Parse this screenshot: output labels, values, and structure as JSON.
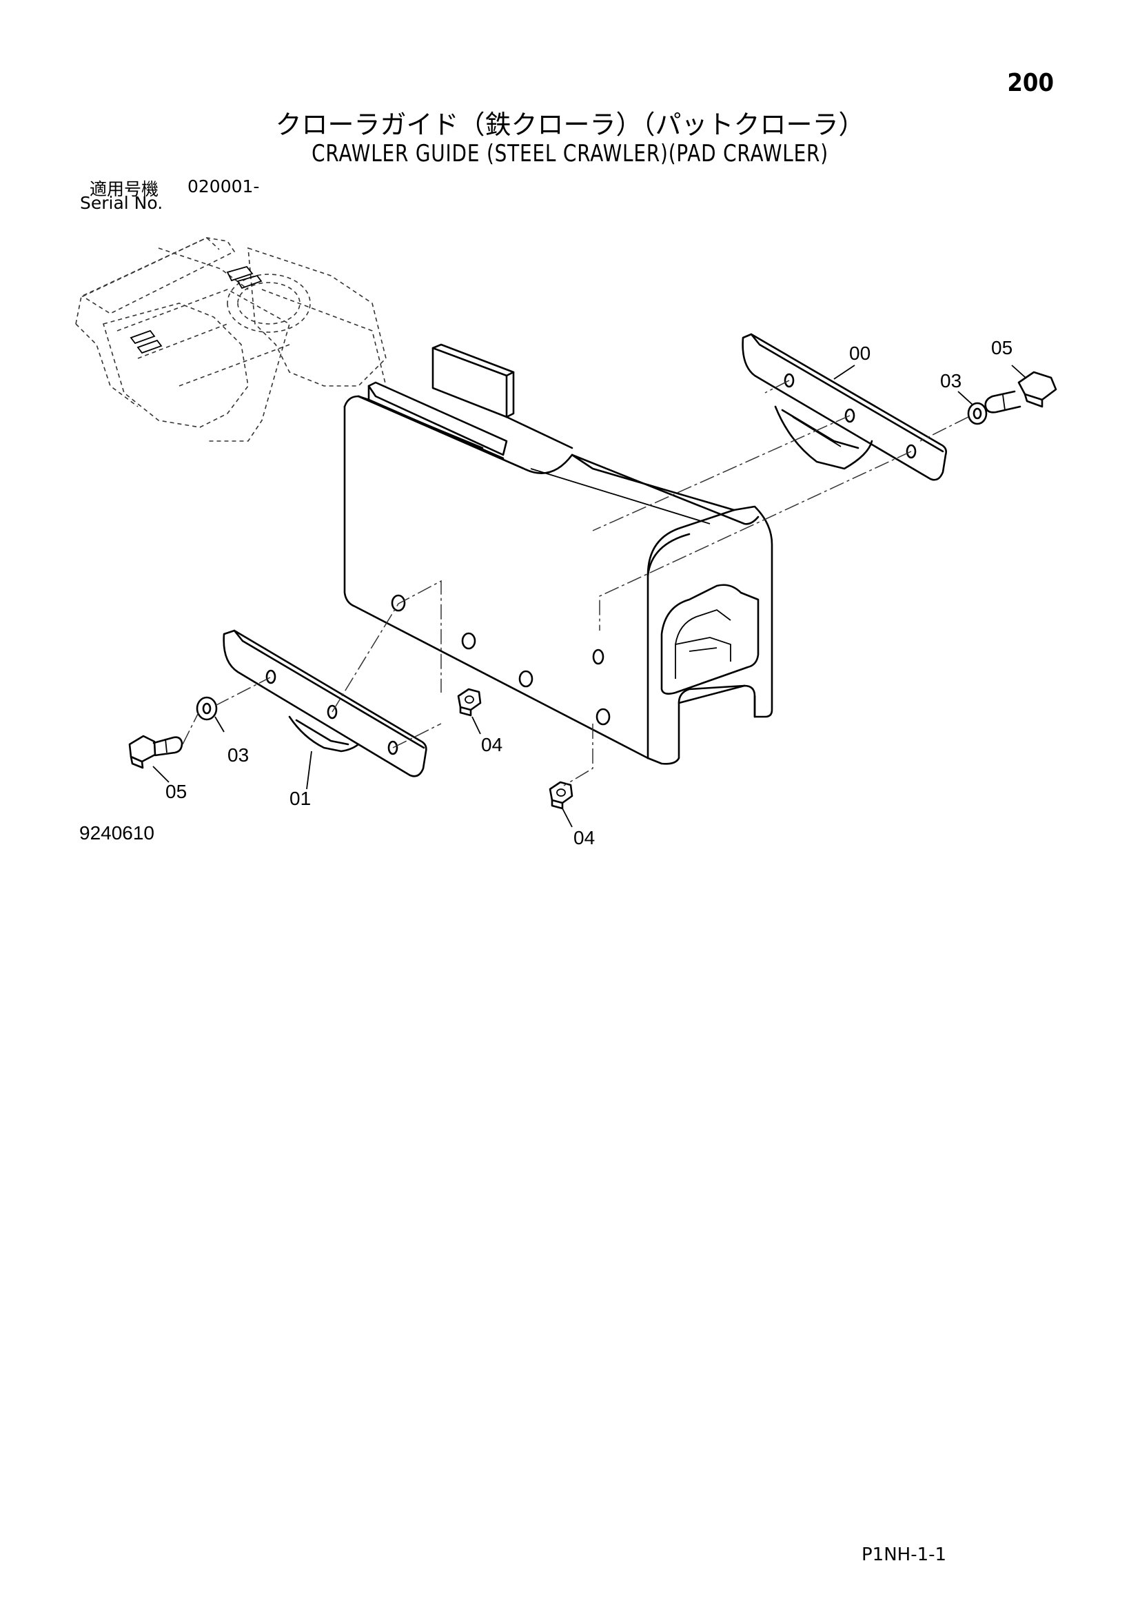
{
  "page_number": "200",
  "title_japanese": "クローラガイド（鉄クローラ）（パットクローラ）",
  "title_english": "CRAWLER GUIDE (STEEL CRAWLER)(PAD CRAWLER)",
  "serial": {
    "label_japanese": "適用号機",
    "label_english": "Serial No.",
    "value": "020001-"
  },
  "callouts": {
    "part_00": "00",
    "part_01": "01",
    "part_03_right": "03",
    "part_03_left": "03",
    "part_04_upper": "04",
    "part_04_lower": "04",
    "part_05_right": "05",
    "part_05_left": "05"
  },
  "figure_code": "9240610",
  "sheet_code": "P1NH-1-1"
}
